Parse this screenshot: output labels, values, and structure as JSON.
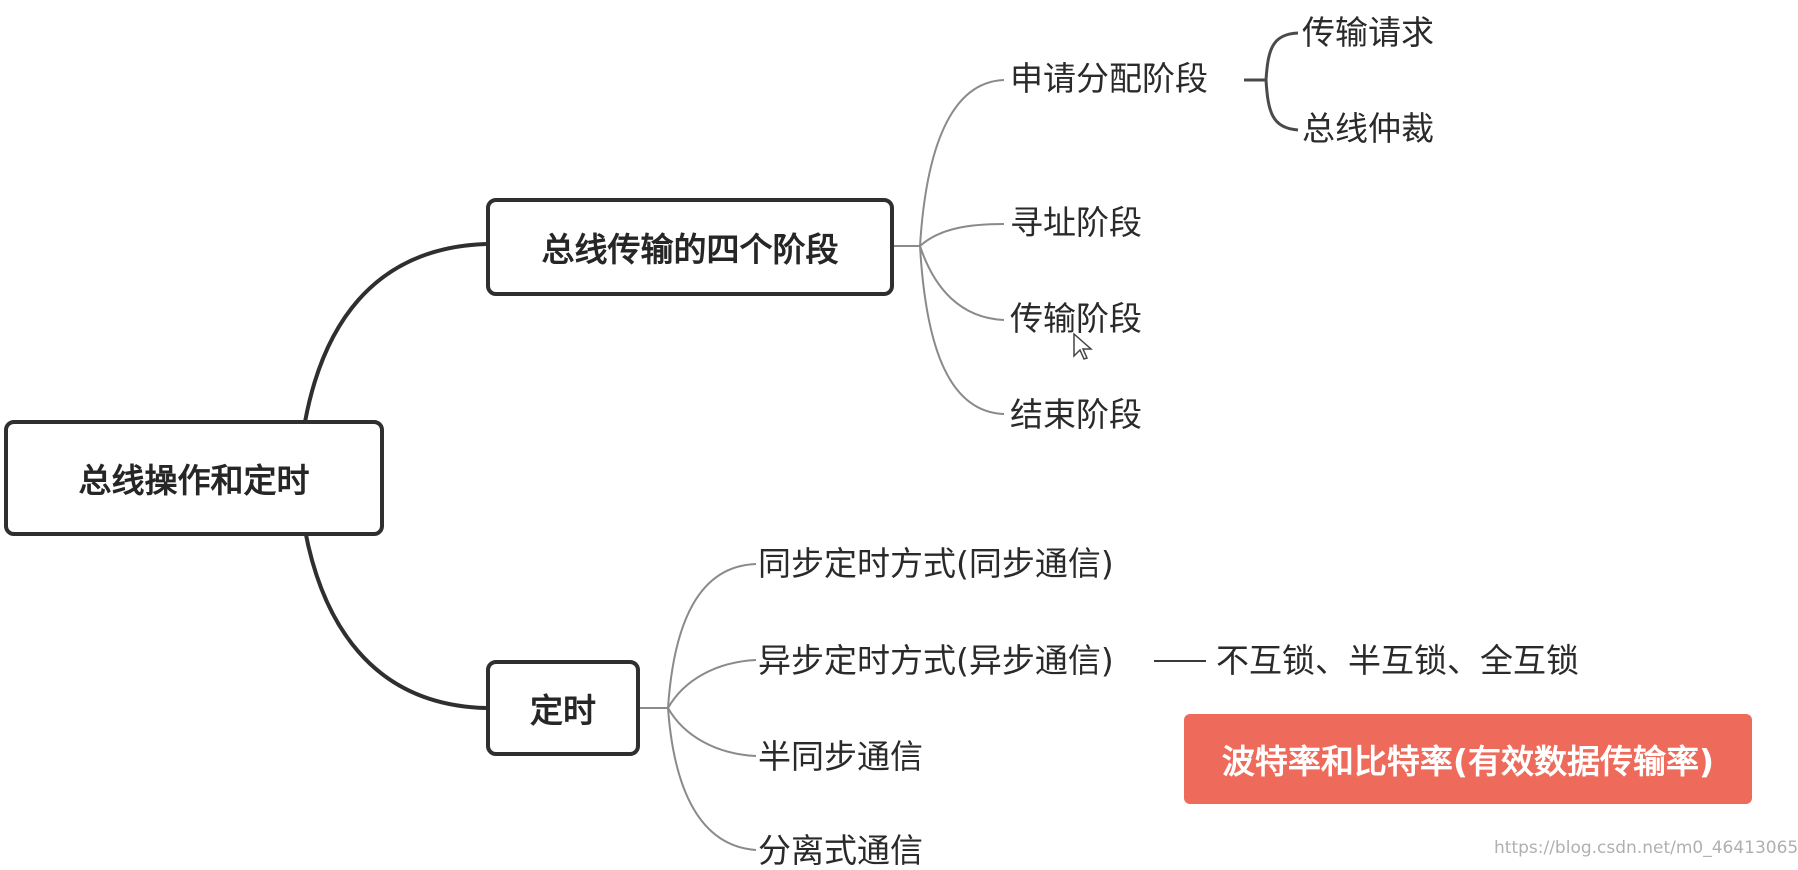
{
  "root": {
    "label": "总线操作和定时"
  },
  "branch_phases": {
    "label": "总线传输的四个阶段",
    "children": [
      {
        "label": "申请分配阶段",
        "children": [
          "传输请求",
          "总线仲裁"
        ]
      },
      {
        "label": "寻址阶段"
      },
      {
        "label": "传输阶段"
      },
      {
        "label": "结束阶段"
      }
    ]
  },
  "branch_timing": {
    "label": "定时",
    "children": [
      {
        "label": "同步定时方式(同步通信)"
      },
      {
        "label": "异步定时方式(异步通信)",
        "detail": "不互锁、半互锁、全互锁"
      },
      {
        "label": "半同步通信"
      },
      {
        "label": "分离式通信"
      }
    ]
  },
  "highlight": {
    "label": "波特率和比特率(有效数据传输率)",
    "color": "#ee6a5a"
  },
  "watermark": "https://blog.csdn.net/m0_46413065",
  "colors": {
    "border": "#2f2f2f",
    "connector": "#8a8a8a",
    "text": "#2a2a2a"
  }
}
